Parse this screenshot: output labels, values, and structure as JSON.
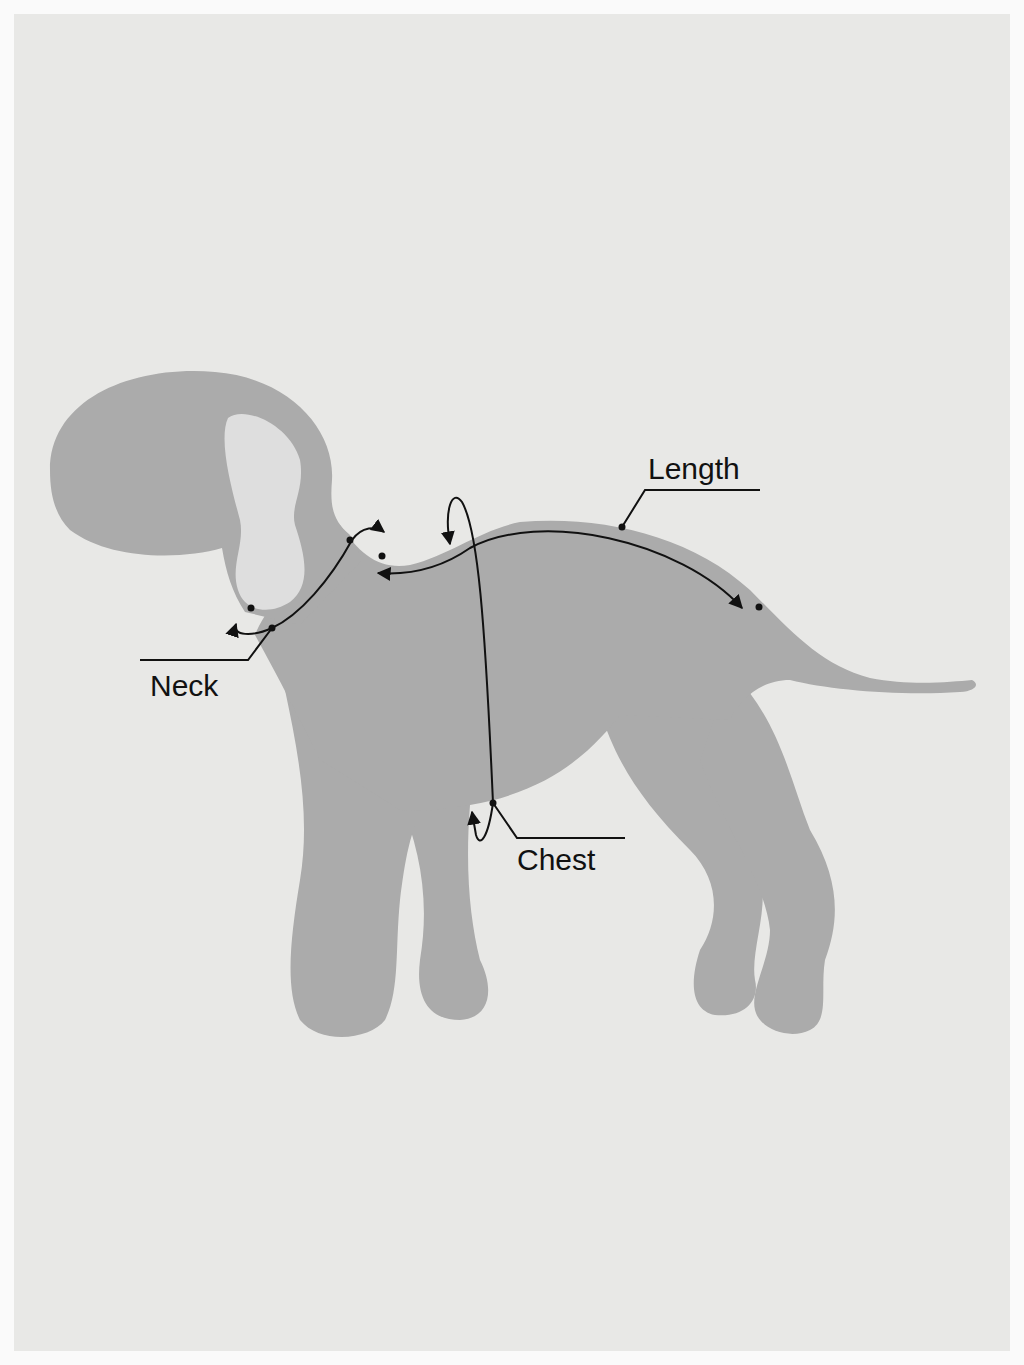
{
  "diagram": {
    "labels": [
      "Length",
      "Neck",
      "Chest"
    ]
  }
}
